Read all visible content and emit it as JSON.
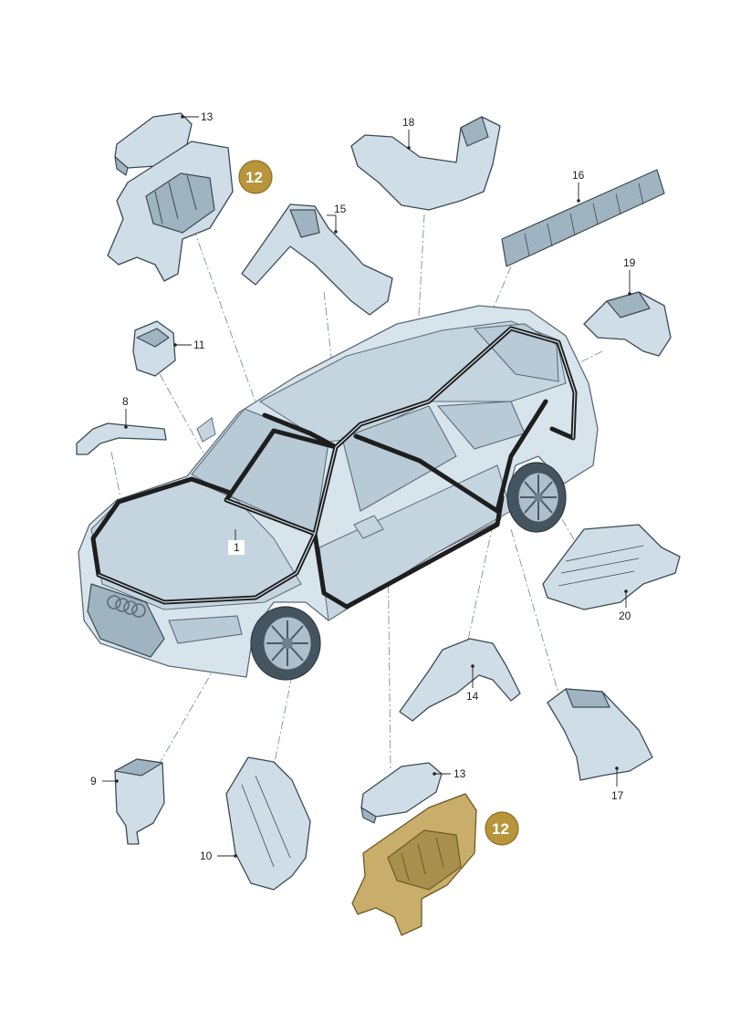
{
  "callouts": {
    "c1": "1",
    "c8": "8",
    "c9": "9",
    "c10": "10",
    "c11": "11",
    "c12_top": "12",
    "c12_bottom": "12",
    "c13_top": "13",
    "c13_bottom": "13",
    "c14": "14",
    "c15": "15",
    "c16": "16",
    "c17": "17",
    "c18": "18",
    "c19": "19",
    "c20": "20"
  },
  "colors": {
    "highlight_badge": "#b8953a",
    "highlight_part": "#c9ad6a",
    "part_fill": "#cfdde6",
    "car_body": "#d7e4ec",
    "seal": "#1e1e1e"
  },
  "icons": {
    "badge": "circle-badge",
    "leader_dot": "dot-marker"
  }
}
